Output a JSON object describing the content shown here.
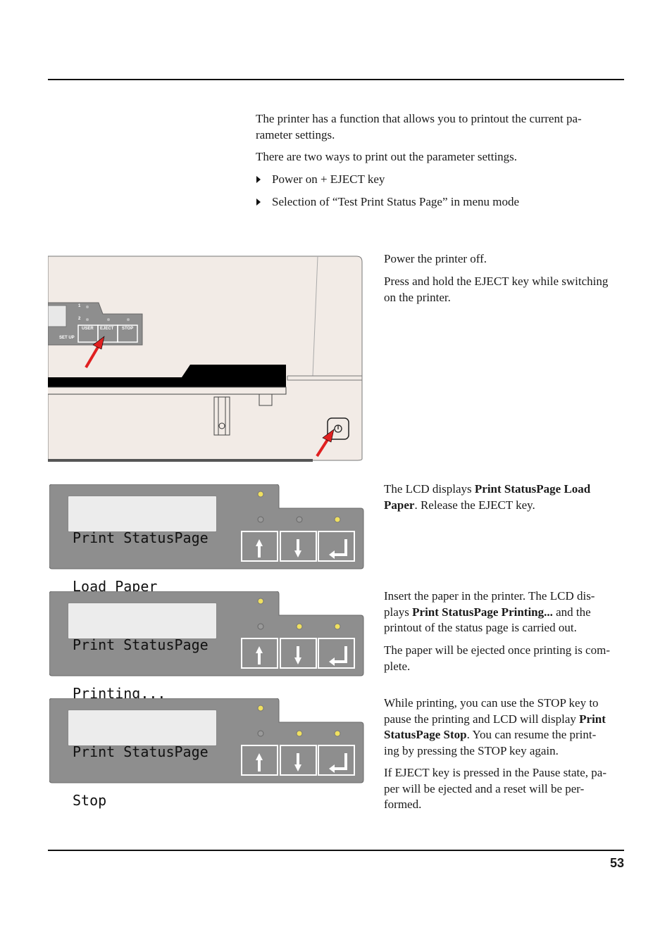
{
  "intro": {
    "p1": "The printer has a function that allows you to printout the current pa-",
    "p1b": "rameter settings.",
    "p2": "There are two ways to print out the parameter settings.",
    "bullets": [
      "Power on + EJECT key",
      "Selection of “Test Print Status Page” in menu mode"
    ]
  },
  "step1": {
    "line1": "Power the printer off.",
    "line2a": "Press and hold the EJECT key while switching",
    "line2b": "on the printer."
  },
  "printer_panel": {
    "led1": "1",
    "led2": "2",
    "setup_label": "SET UP",
    "keys": [
      "USER",
      "EJECT",
      "STOP"
    ]
  },
  "step2": {
    "a": "The LCD displays ",
    "bold1": "Print StatusPage Load",
    "bold2": "Paper",
    "b": ". Release the EJECT key."
  },
  "step3": {
    "l1": "Insert the paper in the printer. The LCD dis-",
    "l2a": "plays ",
    "l2bold": "Print StatusPage Printing...",
    "l2b": " and the",
    "l3": "printout of the status page is carried out.",
    "l4": "The paper will be ejected once printing is com-",
    "l5": "plete."
  },
  "step4": {
    "l1": "While printing, you can use the STOP key to",
    "l2a": "pause the printing and LCD will display ",
    "l2bold": "Print",
    "l3bold": "StatusPage Stop",
    "l3b": ". You can resume the print-",
    "l4": "ing by pressing the STOP key again.",
    "l5": "If EJECT key is pressed in the Pause state, pa-",
    "l6": "per will be ejected and a reset will be per-",
    "l7": "formed."
  },
  "lcd_panels": [
    {
      "line1": "Print StatusPage",
      "line2": "Load Paper",
      "leds": [
        "on",
        "off",
        "off",
        "on"
      ]
    },
    {
      "line1": "Print StatusPage",
      "line2": "Printing...",
      "leds": [
        "on",
        "off",
        "on",
        "on"
      ]
    },
    {
      "line1": "Print StatusPage",
      "line2": "Stop",
      "leds": [
        "on",
        "off",
        "on",
        "on"
      ]
    }
  ],
  "colors": {
    "panel": "#8e8e8e",
    "led_on": "#f0e060",
    "led_off": "#9a9a9a",
    "printer_body": "#f2ebe6",
    "arrow": "#e02020"
  },
  "icons": [
    "up-arrow-key-icon",
    "down-arrow-key-icon",
    "enter-key-icon",
    "power-button-icon"
  ],
  "page_number": "53"
}
